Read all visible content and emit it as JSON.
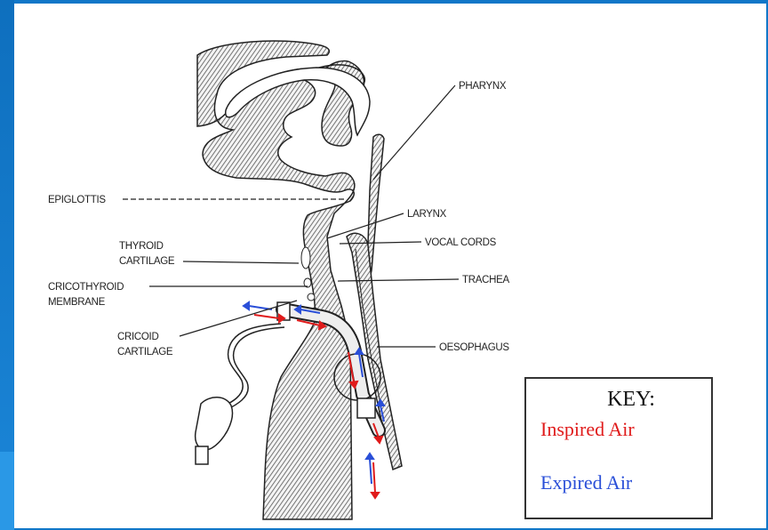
{
  "labels": {
    "pharynx": "PHARYNX",
    "epiglottis": "EPIGLOTTIS",
    "larynx": "LARYNX",
    "vocal_cords": "VOCAL CORDS",
    "thyroid_cartilage": [
      "THYROID",
      "CARTILAGE"
    ],
    "trachea": "TRACHEA",
    "cricothyroid_membrane": [
      "CRICOTHYROID",
      "MEMBRANE"
    ],
    "cricoid_cartilage": [
      "CRICOID",
      "CARTILAGE"
    ],
    "oesophagus": "OESOPHAGUS"
  },
  "key": {
    "title": "KEY:",
    "inspired": "Inspired Air",
    "expired": "Expired Air"
  },
  "colors": {
    "inspired": "#e01b1b",
    "expired": "#2a4fd8",
    "background": "#1177c8"
  }
}
